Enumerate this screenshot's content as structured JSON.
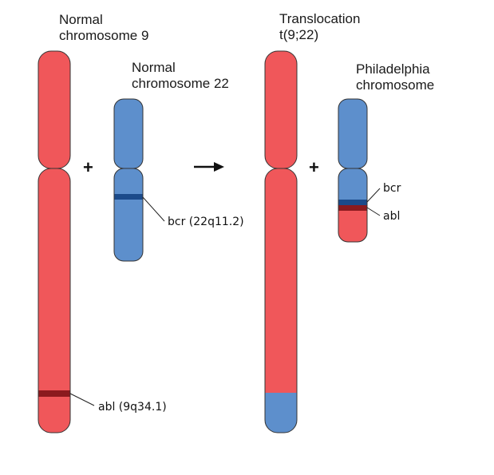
{
  "titles": {
    "normal_chr9": [
      "Normal",
      "chromosome 9"
    ],
    "normal_chr22": [
      "Normal",
      "chromosome 22"
    ],
    "translocation": [
      "Translocation",
      "t(9;22)"
    ],
    "philadelphia": [
      "Philadelphia",
      "chromosome"
    ]
  },
  "labels": {
    "abl_normal": "abl (9q34.1)",
    "bcr_normal": "bcr (22q11.2)",
    "bcr_ph": "bcr",
    "abl_ph": "abl"
  },
  "symbols": {
    "plus": "+",
    "arrow": "→"
  },
  "colors": {
    "chr9": "#f0575a",
    "chr22": "#5d8fcc",
    "abl_band": "#8b1a1e",
    "bcr_band": "#1b4a8a",
    "outline": "#333333"
  }
}
